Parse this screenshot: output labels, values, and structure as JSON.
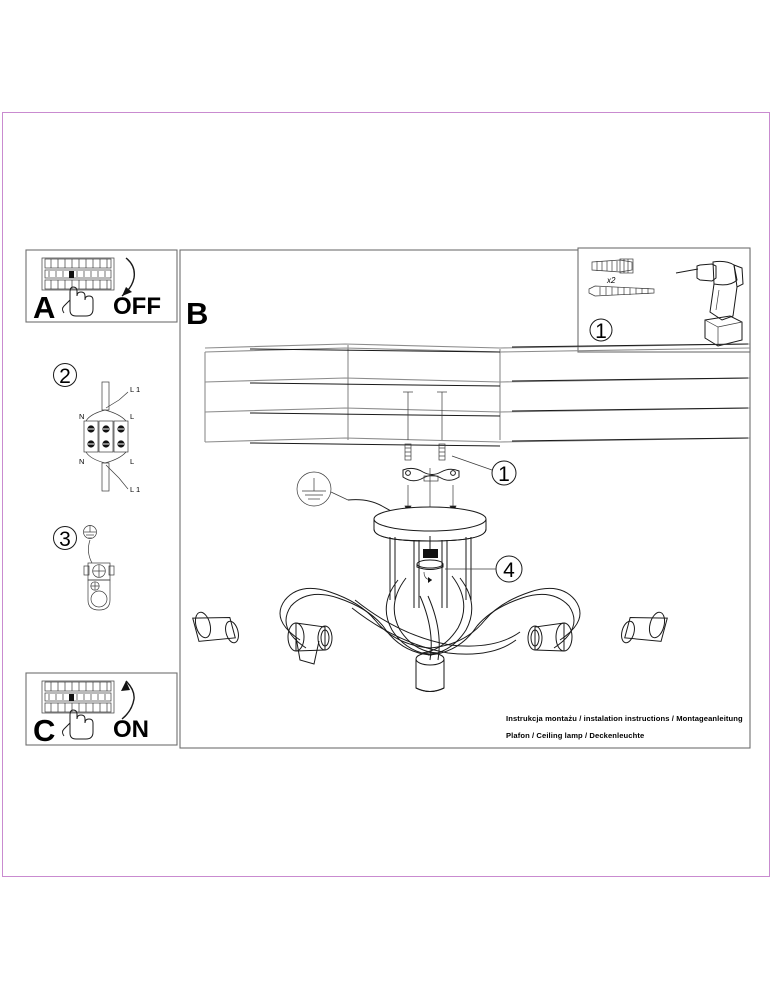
{
  "document": {
    "type": "assembly-instruction-sheet",
    "product": "Ceiling lamp",
    "border_color": "#c98bd0",
    "background": "#ffffff"
  },
  "panels": {
    "power_off": {
      "letter": "A",
      "action_label": "OFF",
      "icon": "circuit-breaker-panel",
      "hand": "finger-pressing-switch",
      "arrow": "arrow-down"
    },
    "power_on": {
      "letter": "C",
      "action_label": "ON",
      "icon": "circuit-breaker-panel",
      "hand": "finger-pressing-switch",
      "arrow": "arrow-up"
    },
    "install": {
      "letter": "B"
    },
    "tools": {
      "step": "1",
      "quantity": "x2",
      "items": [
        "wall-plug",
        "screw",
        "power-drill"
      ]
    },
    "wiring": {
      "step": "2",
      "terminals": [
        "N",
        "L",
        "N",
        "L"
      ],
      "conductors": [
        "L 1",
        "L 1"
      ],
      "icon": "terminal-block"
    },
    "earth": {
      "step": "3",
      "symbol": "protective-earth",
      "icon": "earth-terminal-bracket"
    }
  },
  "callouts": [
    {
      "id": "1",
      "target": "mounting-bracket-screws"
    },
    {
      "id": "4",
      "target": "canopy-fixing-nut"
    }
  ],
  "lamp": {
    "earth_symbol": "protective-earth",
    "arms": 5,
    "shades": 5,
    "name": "five-arm-ceiling-lamp"
  },
  "footer": {
    "line1": "Instrukcja montażu / instalation instructions / Montageanleitung",
    "line2": "Plafon / Ceiling lamp / Deckenleuchte"
  }
}
